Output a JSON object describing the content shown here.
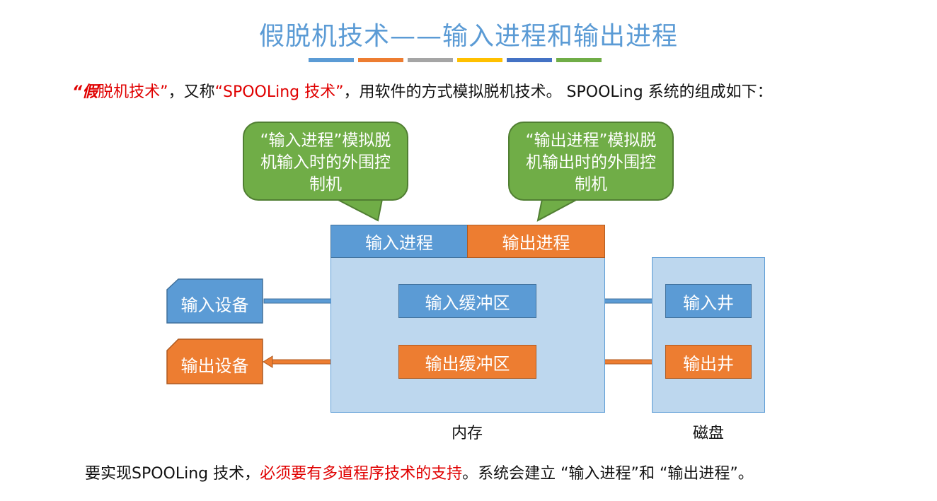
{
  "title": "假脱机技术——输入进程和输出进程",
  "title_bar_colors": [
    "#5b9bd5",
    "#ed7d31",
    "#a5a5a5",
    "#ffc000",
    "#4472c4",
    "#70ad47"
  ],
  "intro": {
    "quote_open": "“假",
    "term1": "脱机技术”",
    "part2": "，又称",
    "term2": "“SPOOLing 技术”",
    "part3": "，用软件的方式模拟脱机技术。 SPOOLing 系统的组成如下："
  },
  "callouts": {
    "input": "“输入进程”模拟脱机输入时的外围控制机",
    "output": "“输出进程”模拟脱机输出时的外围控制机"
  },
  "memory": {
    "input_process": "输入进程",
    "output_process": "输出进程",
    "input_buffer": "输入缓冲区",
    "output_buffer": "输出缓冲区",
    "label": "内存"
  },
  "disk": {
    "input_well": "输入井",
    "output_well": "输出井",
    "label": "磁盘"
  },
  "devices": {
    "input": "输入设备",
    "output": "输出设备"
  },
  "bottom": {
    "part1": "要实现SPOOLing 技术，",
    "highlight": "必须要有多道程序技术的支持",
    "part2": "。系统会建立 “输入进程”和 “输出进程”。"
  },
  "colors": {
    "blue": "#5b9bd5",
    "orange": "#ed7d31",
    "green": "#70ad47",
    "light_blue": "#bdd7ee",
    "red": "#e00000"
  }
}
